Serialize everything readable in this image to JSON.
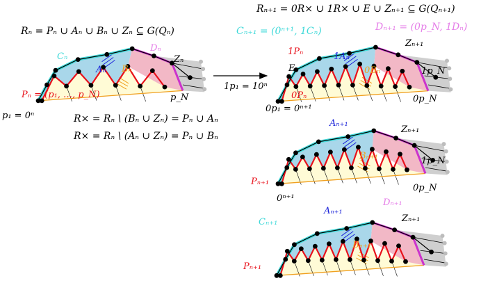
{
  "formulas": {
    "r_n_def": "Rₙ = Pₙ ∪ Aₙ ∪ Bₙ ∪ Zₙ ⊆ G(Qₙ)",
    "r_times_lower": "R× = Rₙ \\ (Bₙ ∪ Zₙ) = Pₙ ∪ Aₙ",
    "r_times_upper": "R× = Rₙ \\ (Aₙ ∪ Zₙ) = Pₙ ∪ Bₙ",
    "r_n1_def": "Rₙ₊₁ = 0R× ∪ 1R× ∪ E ∪ Zₙ₊₁ ⊆ G(Qₙ₊₁)",
    "c_n1_def": "Cₙ₊₁ = (0ⁿ⁺¹, 1Cₙ)",
    "d_n1_def": "Dₙ₊₁ = (0p_N, 1Dₙ)"
  },
  "left_panel": {
    "c": "Cₙ",
    "a": "Aₙ",
    "b": "Bₙ",
    "d": "Dₙ",
    "z": "Zₙ",
    "p": "Pₙ = (p₁, …, p_N)",
    "pn_end": "p_N",
    "p1": "p₁ = 0ⁿ"
  },
  "arrow_label": "1p₁ = 10ⁿ",
  "top_right": {
    "one_p": "1Pₙ",
    "one_a": "1Aₙ",
    "e": "E",
    "zero_b": "0Bₙ",
    "zero_p": "0Pₙ",
    "z": "Zₙ₊₁",
    "one_pn": "1p_N",
    "zero_p1": "0p₁ = 0ⁿ⁺¹",
    "zero_pn": "0p_N"
  },
  "mid_right": {
    "a": "Aₙ₊₁",
    "z": "Zₙ₊₁",
    "b": "Bₙ₊₁",
    "one_pn": "1p_N",
    "p": "Pₙ₊₁",
    "zero": "0ⁿ⁺¹",
    "zero_pn": "0p_N"
  },
  "bottom_right": {
    "c": "Cₙ₊₁",
    "a": "Aₙ₊₁",
    "d": "Dₙ₊₁",
    "z": "Zₙ₊₁",
    "b": "Bₙ₊₁",
    "p": "Pₙ₊₁"
  },
  "colors": {
    "red_path": "#e8111b",
    "cyan": "#3fd9d9",
    "blue": "#1a22d9",
    "orange": "#f0a020",
    "pink": "#e57ee8",
    "magenta": "#cc33cc",
    "yellow_fill": "#fffbd6",
    "blue_fill": "#a9d7ea",
    "pink_fill": "#f2b8c6",
    "gray_fill": "#cfcfcf"
  }
}
